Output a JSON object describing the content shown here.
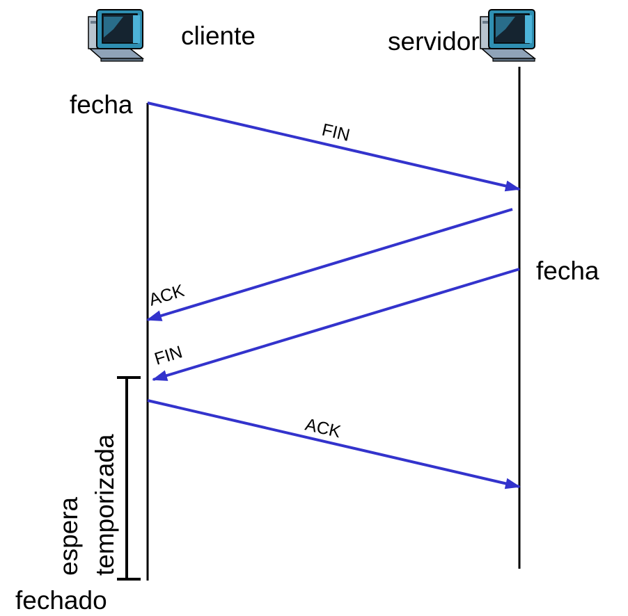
{
  "hosts": {
    "client": {
      "label": "cliente",
      "icon": "computer-icon"
    },
    "server": {
      "label": "servidor",
      "icon": "computer-icon"
    }
  },
  "events": {
    "client_close": "fecha",
    "server_close": "fecha",
    "client_closed": "fechado"
  },
  "messages": [
    {
      "label": "FIN",
      "from": "cliente",
      "to": "servidor"
    },
    {
      "label": "ACK",
      "from": "servidor",
      "to": "cliente"
    },
    {
      "label": "FIN",
      "from": "servidor",
      "to": "cliente"
    },
    {
      "label": "ACK",
      "from": "cliente",
      "to": "servidor"
    }
  ],
  "timed_wait": {
    "line1": "espera",
    "line2": "temporizada"
  },
  "colors": {
    "arrow": "#3333cc",
    "line": "#000000"
  }
}
